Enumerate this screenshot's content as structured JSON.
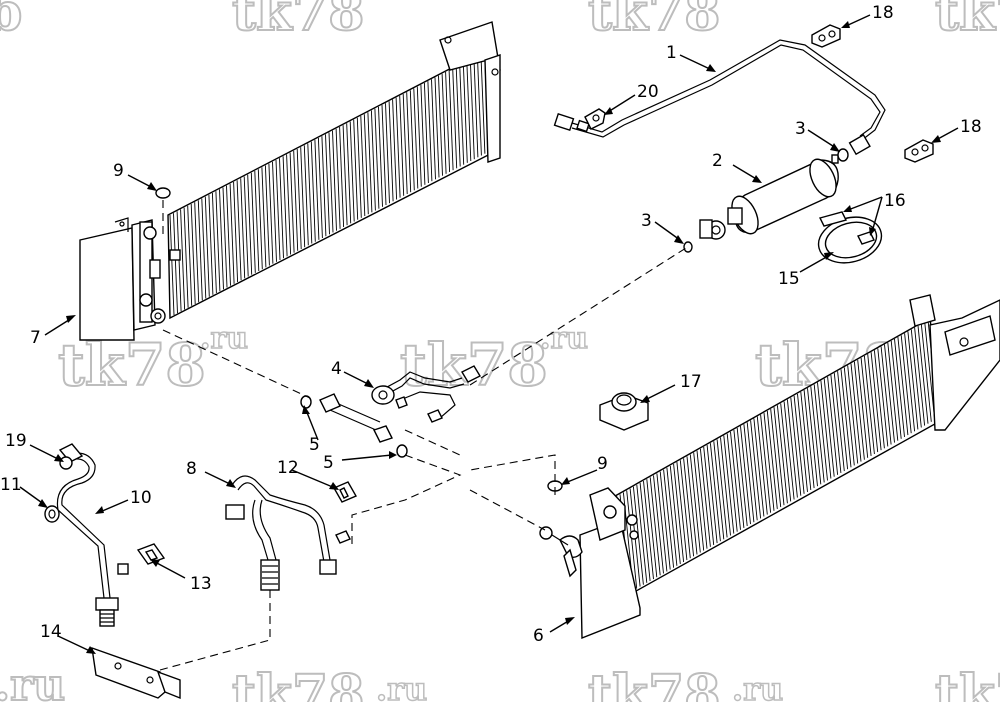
{
  "watermark": {
    "tk78": "tk78",
    "ru_suffix": ".ru",
    "partial_left_top": "b",
    "partial_bottom_left": "b.ru"
  },
  "callouts": [
    "1",
    "2",
    "3",
    "3",
    "4",
    "5",
    "5",
    "6",
    "7",
    "8",
    "9",
    "9",
    "10",
    "11",
    "12",
    "13",
    "14",
    "15",
    "16",
    "17",
    "18",
    "18",
    "19",
    "20"
  ]
}
